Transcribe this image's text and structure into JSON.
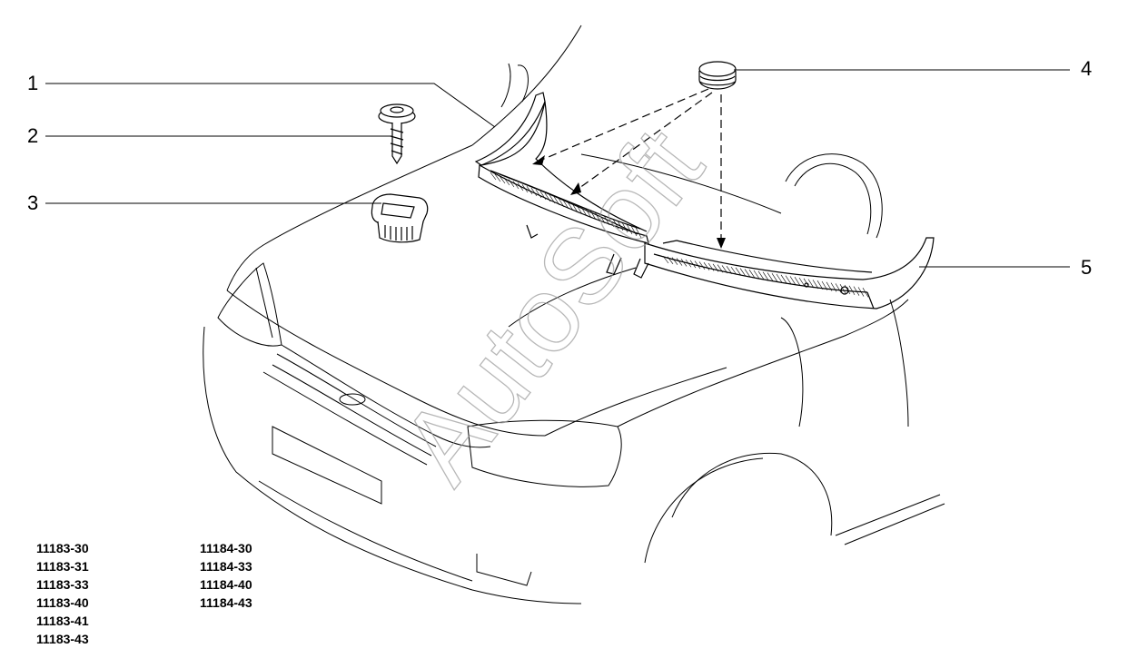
{
  "callouts": [
    {
      "id": "1",
      "label": "1"
    },
    {
      "id": "2",
      "label": "2"
    },
    {
      "id": "3",
      "label": "3"
    },
    {
      "id": "4",
      "label": "4"
    },
    {
      "id": "5",
      "label": "5"
    }
  ],
  "watermark": "AutoSoft",
  "model_codes": {
    "col1": [
      "11183-30",
      "11183-31",
      "11183-33",
      "11183-40",
      "11183-41",
      "11183-43"
    ],
    "col2": [
      "11184-30",
      "11184-33",
      "11184-40",
      "11184-43"
    ]
  },
  "colors": {
    "line": "#000000",
    "background": "#ffffff",
    "watermark": "#c8c8c8"
  }
}
